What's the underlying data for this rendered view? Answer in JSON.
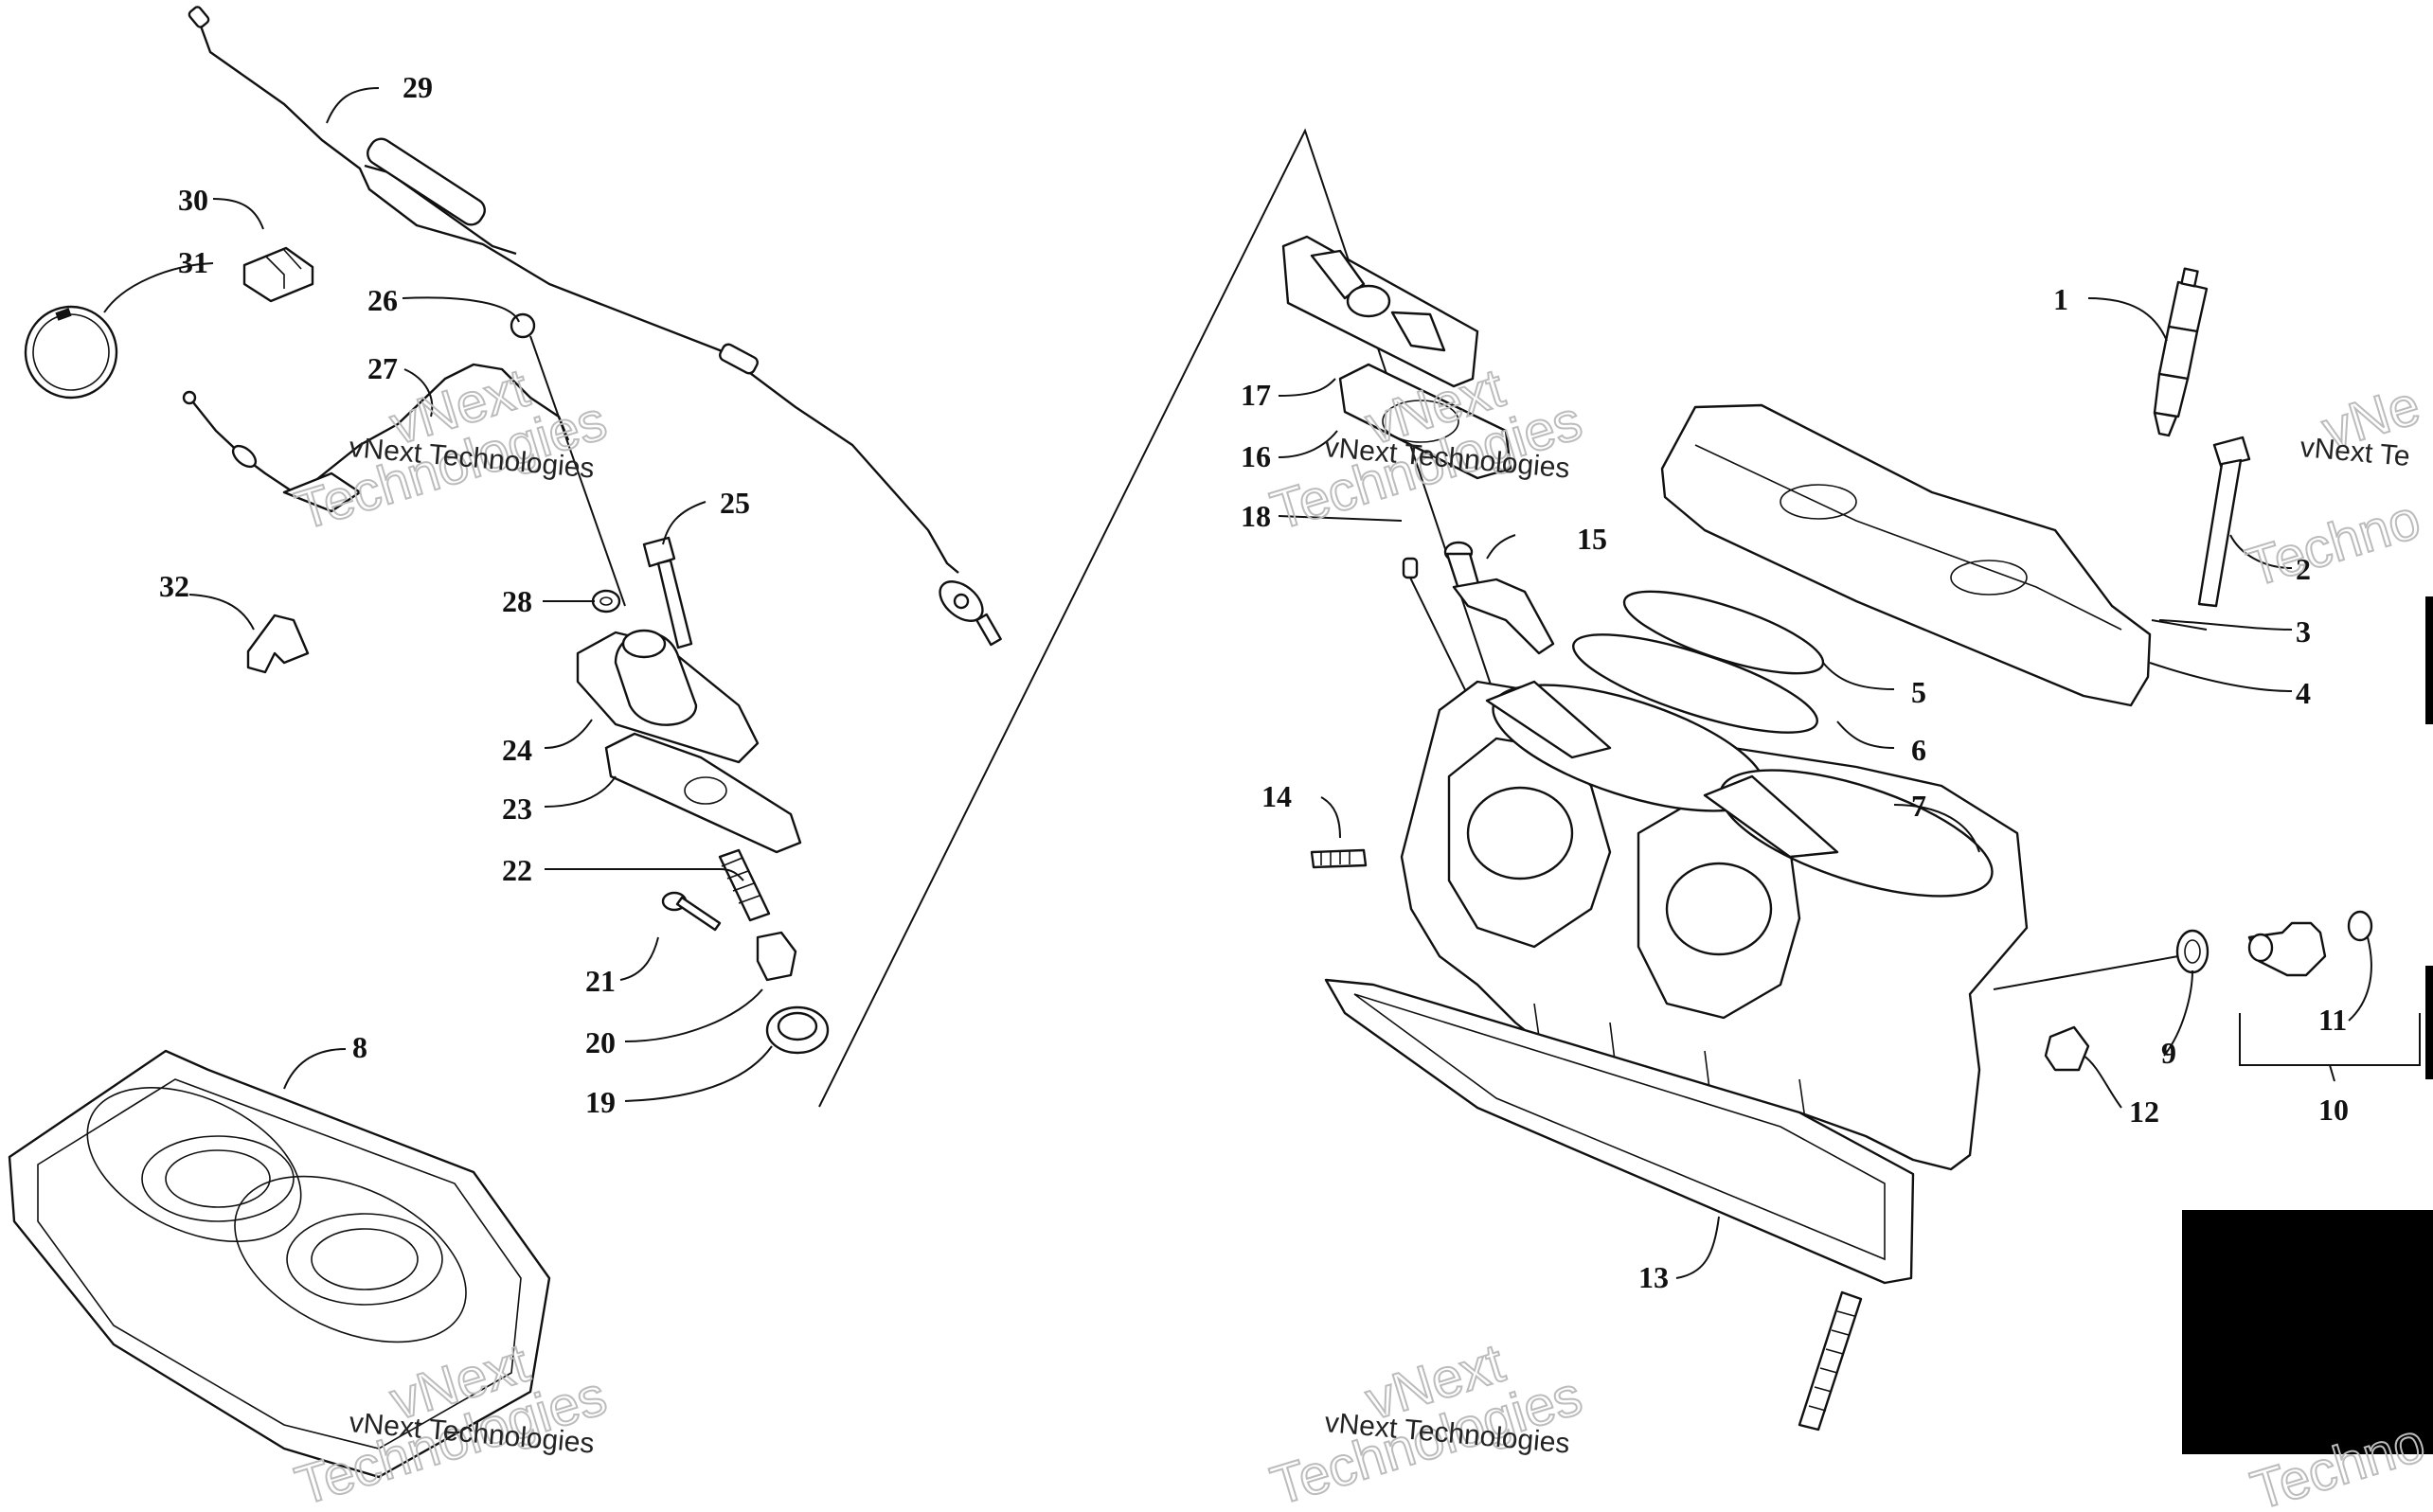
{
  "callouts": [
    "1",
    "2",
    "3",
    "4",
    "5",
    "6",
    "7",
    "8",
    "9",
    "10",
    "11",
    "12",
    "13",
    "14",
    "15",
    "16",
    "17",
    "18",
    "19",
    "20",
    "21",
    "22",
    "23",
    "24",
    "25",
    "26",
    "27",
    "28",
    "29",
    "30",
    "31",
    "32"
  ],
  "watermark": {
    "line1": "vNext",
    "line2": "Technologies",
    "caption": "vNext Technologies",
    "edge_line1": "vNe",
    "edge_caption": "vNext Te",
    "edge_line2": "Techno"
  }
}
